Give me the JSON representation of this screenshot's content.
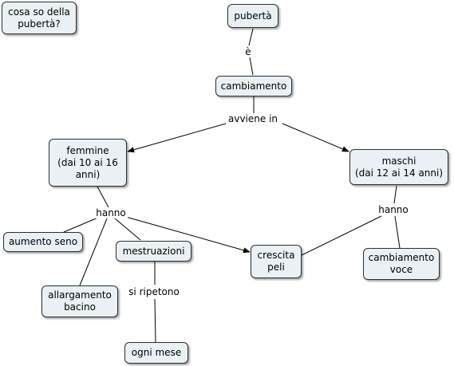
{
  "nodes": {
    "question": "cosa so della\npubertà?",
    "puberta": "pubertà",
    "cambiamento": "cambiamento",
    "femmine": "femmine\n(dai 10 ai 16\nanni)",
    "maschi": "maschi\n(dai 12 ai 14 anni)",
    "aumento_seno": "aumento seno",
    "mestruazioni": "mestruazioni",
    "crescita_peli": "crescita\npeli",
    "cambiamento_voce": "cambiamento\nvoce",
    "allargamento_bacino": "allargamento\nbacino",
    "ogni_mese": "ogni mese"
  },
  "links": {
    "e": "è",
    "avviene_in": "avviene in",
    "hanno_f": "hanno",
    "hanno_m": "hanno",
    "si_ripetono": "si ripetono"
  },
  "colors": {
    "node_fill": "#eaf0f3",
    "line": "#000000"
  }
}
